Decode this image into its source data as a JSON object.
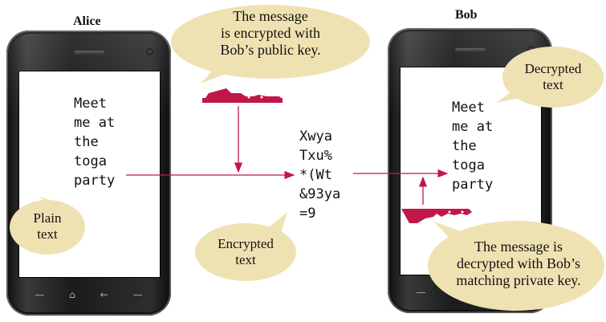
{
  "senders": {
    "alice": "Alice",
    "bob": "Bob"
  },
  "phones": {
    "alice_message": "Meet\nme at\nthe\ntoga\nparty",
    "bob_message": "Meet\nme at\nthe\ntoga\nparty"
  },
  "ciphertext": "Xwya\nTxu%\n*(Wt\n&93ya\n=9",
  "bubbles": {
    "encrypt_note": "The message\nis encrypted with\nBob’s public key.",
    "decrypted_text": "Decrypted\ntext",
    "plain_text": "Plain\ntext",
    "encrypted_text": "Encrypted\ntext",
    "decrypt_note": "The message is\ndecrypted with Bob’s\nmatching private key."
  },
  "softkey_icons": [
    "back-key-icon",
    "home-key-icon",
    "return-key-icon",
    "call-end-key-icon"
  ],
  "colors": {
    "arrow": "#c11748",
    "key": "#c11748",
    "bubble": "#efe2b2",
    "phone_body": "#1b1b1b"
  }
}
